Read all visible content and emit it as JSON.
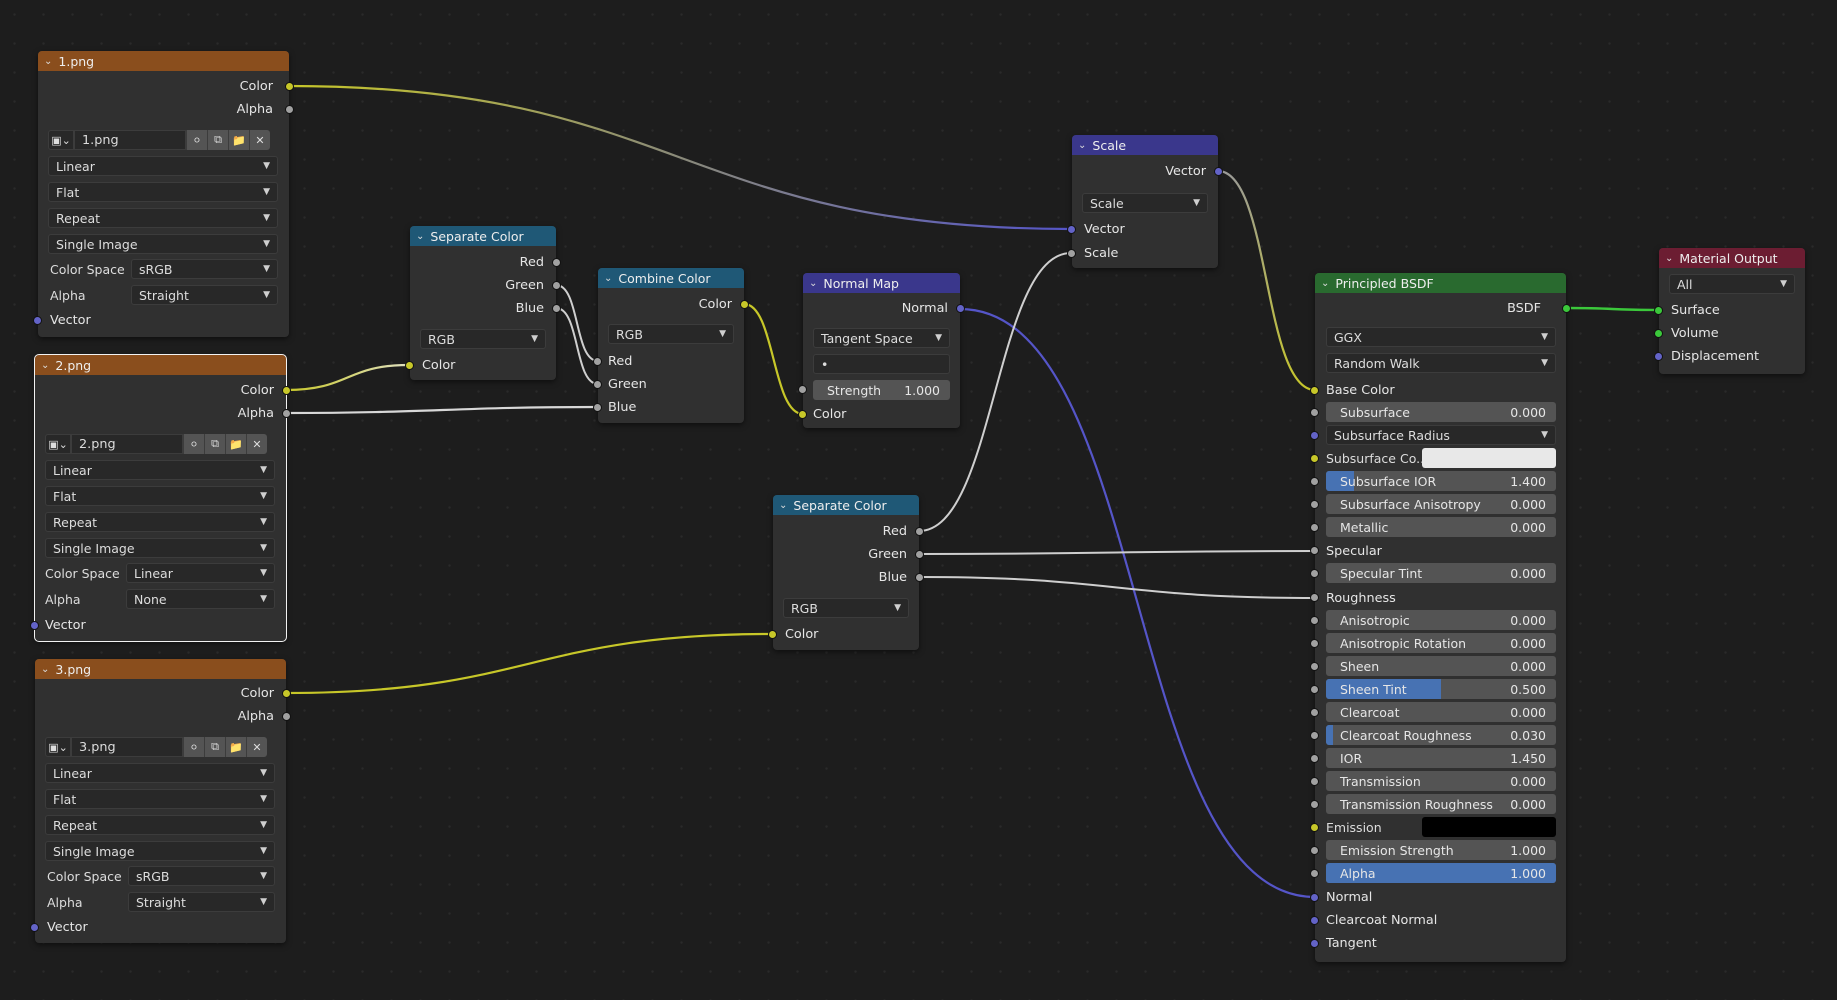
{
  "colors": {
    "image_header": "#8a4e1d",
    "converter_header": "#1f5876",
    "vector_header": "#3a378c",
    "shader_header": "#296a2f",
    "output_header": "#6c1d32",
    "socket_color": "#c7c729",
    "socket_float": "#a1a1a1",
    "socket_vector": "#6363c7",
    "socket_shader": "#3bc83b",
    "wire_yellow": "#c7c729",
    "wire_gray": "#cfcfcf",
    "wire_blue": "#5555c8",
    "wire_green": "#3bc83b",
    "field_fill": "#4772b3"
  },
  "img1": {
    "title": "1.png",
    "out_color": "Color",
    "out_alpha": "Alpha",
    "filename": "1.png",
    "interpolation": "Linear",
    "projection": "Flat",
    "extension": "Repeat",
    "source": "Single Image",
    "colorspace_label": "Color Space",
    "colorspace": "sRGB",
    "alpha_label": "Alpha",
    "alpha": "Straight",
    "in_vector": "Vector"
  },
  "img2": {
    "title": "2.png",
    "out_color": "Color",
    "out_alpha": "Alpha",
    "filename": "2.png",
    "interpolation": "Linear",
    "projection": "Flat",
    "extension": "Repeat",
    "source": "Single Image",
    "colorspace_label": "Color Space",
    "colorspace": "Linear",
    "alpha_label": "Alpha",
    "alpha": "None",
    "in_vector": "Vector"
  },
  "img3": {
    "title": "3.png",
    "out_color": "Color",
    "out_alpha": "Alpha",
    "filename": "3.png",
    "interpolation": "Linear",
    "projection": "Flat",
    "extension": "Repeat",
    "source": "Single Image",
    "colorspace_label": "Color Space",
    "colorspace": "sRGB",
    "alpha_label": "Alpha",
    "alpha": "Straight",
    "in_vector": "Vector"
  },
  "sep1": {
    "title": "Separate Color",
    "out_red": "Red",
    "out_green": "Green",
    "out_blue": "Blue",
    "mode": "RGB",
    "in_color": "Color"
  },
  "comb": {
    "title": "Combine Color",
    "out_color": "Color",
    "mode": "RGB",
    "in_red": "Red",
    "in_green": "Green",
    "in_blue": "Blue"
  },
  "nmap": {
    "title": "Normal Map",
    "out_normal": "Normal",
    "space": "Tangent Space",
    "uvmap": "•",
    "strength_label": "Strength",
    "strength": "1.000",
    "in_color": "Color"
  },
  "scale": {
    "title": "Scale",
    "out_vector": "Vector",
    "operation": "Scale",
    "in_vector": "Vector",
    "in_scale": "Scale"
  },
  "sep2": {
    "title": "Separate Color",
    "out_red": "Red",
    "out_green": "Green",
    "out_blue": "Blue",
    "mode": "RGB",
    "in_color": "Color"
  },
  "bsdf": {
    "title": "Principled BSDF",
    "out": "BSDF",
    "distribution": "GGX",
    "subsurface_method": "Random Walk",
    "base_color": "Base Color",
    "subsurface": {
      "label": "Subsurface",
      "value": "0.000"
    },
    "subsurface_radius": "Subsurface Radius",
    "subsurface_color": "Subsurface Co...",
    "subsurface_ior": {
      "label": "Subsurface IOR",
      "value": "1.400",
      "fill": 0.12
    },
    "subsurface_anisotropy": {
      "label": "Subsurface Anisotropy",
      "value": "0.000"
    },
    "metallic": {
      "label": "Metallic",
      "value": "0.000"
    },
    "specular": "Specular",
    "specular_tint": {
      "label": "Specular Tint",
      "value": "0.000"
    },
    "roughness": "Roughness",
    "anisotropic": {
      "label": "Anisotropic",
      "value": "0.000"
    },
    "anisotropic_rotation": {
      "label": "Anisotropic Rotation",
      "value": "0.000"
    },
    "sheen": {
      "label": "Sheen",
      "value": "0.000"
    },
    "sheen_tint": {
      "label": "Sheen Tint",
      "value": "0.500",
      "fill": 0.5
    },
    "clearcoat": {
      "label": "Clearcoat",
      "value": "0.000"
    },
    "clearcoat_roughness": {
      "label": "Clearcoat Roughness",
      "value": "0.030",
      "fill": 0.03
    },
    "ior": {
      "label": "IOR",
      "value": "1.450"
    },
    "transmission": {
      "label": "Transmission",
      "value": "0.000"
    },
    "transmission_roughness": {
      "label": "Transmission Roughness",
      "value": "0.000"
    },
    "emission": "Emission",
    "emission_strength": {
      "label": "Emission Strength",
      "value": "1.000"
    },
    "alpha": {
      "label": "Alpha",
      "value": "1.000",
      "fill": 1.0
    },
    "normal": "Normal",
    "clearcoat_normal": "Clearcoat Normal",
    "tangent": "Tangent"
  },
  "matout": {
    "title": "Material Output",
    "target": "All",
    "surface": "Surface",
    "volume": "Volume",
    "displacement": "Displacement"
  }
}
